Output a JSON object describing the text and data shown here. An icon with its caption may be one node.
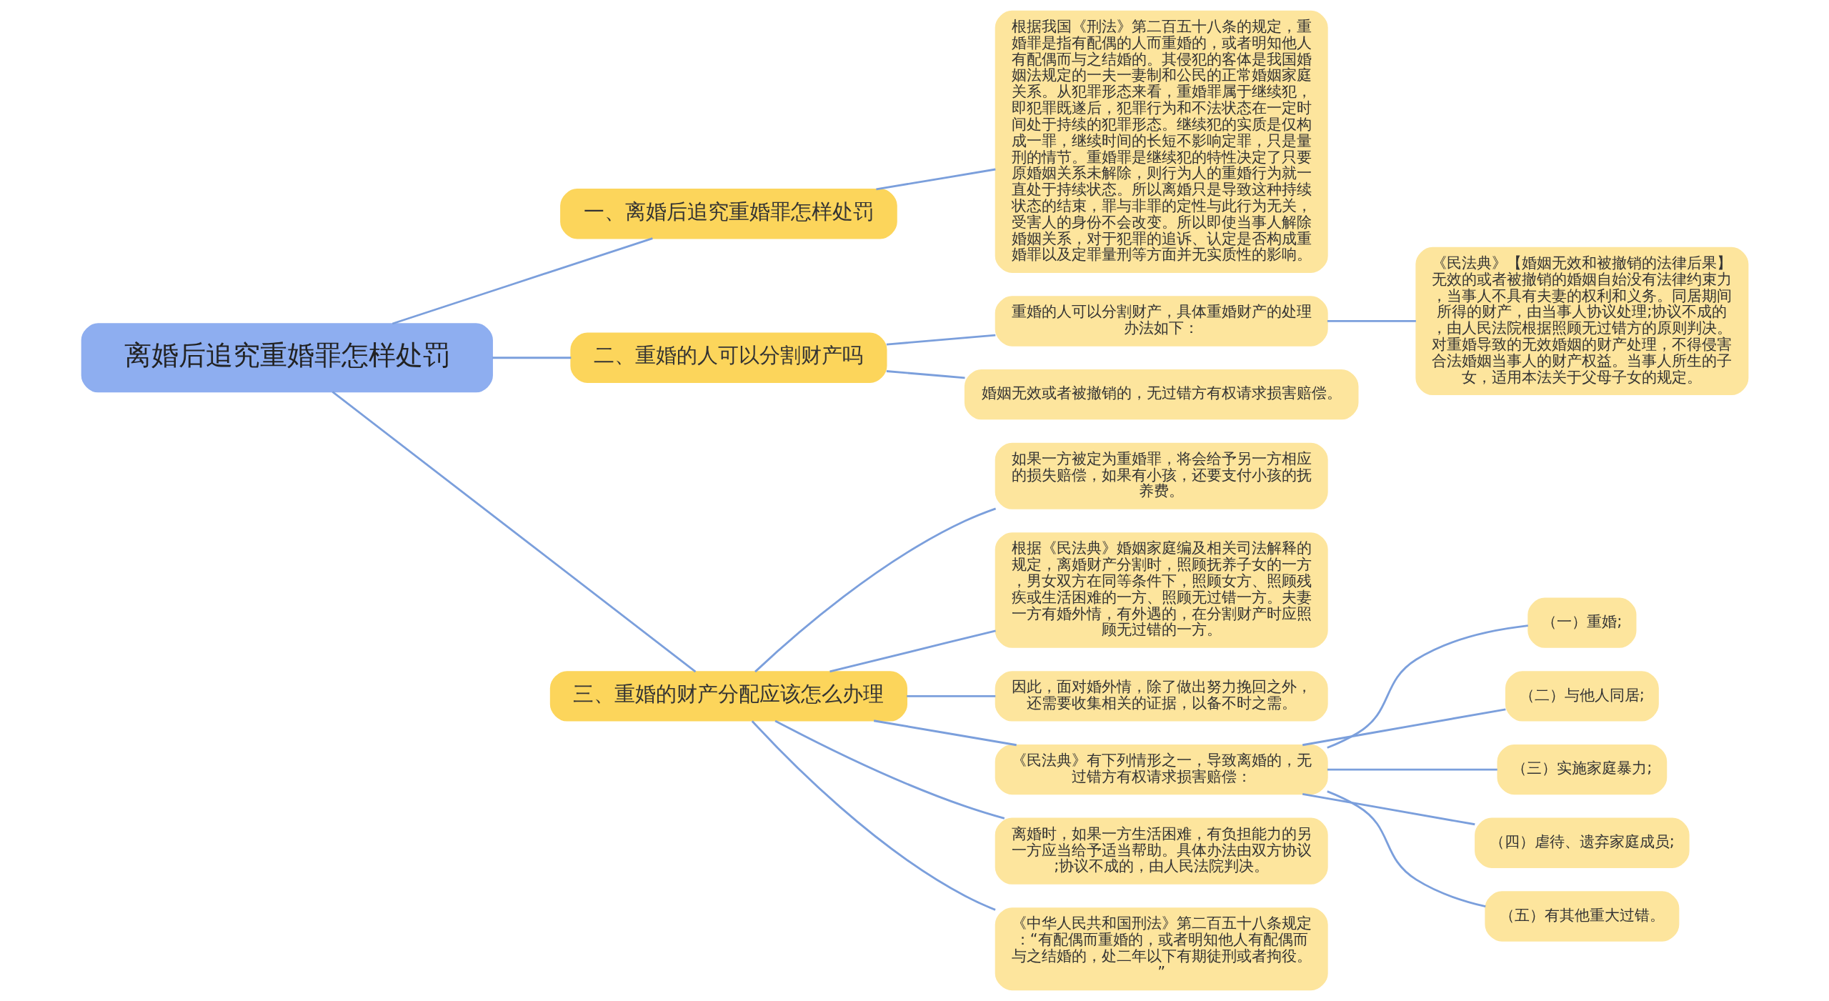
{
  "diagram": {
    "nodes": [
      {
        "text": [
          "离婚后追究重婚罪怎样处罚"
        ]
      },
      {
        "text": [
          "一、离婚后追究重婚罪怎样处罚"
        ]
      },
      {
        "text": [
          "根据我国《刑法》第二百五十八条的规定，重婚罪是指有配偶的人而重婚的，或者明知他人有配偶而与之结婚的。其侵犯的客体是我国婚姻法规定的一夫一妻制和公民的正常婚姻家庭关系。从犯罪形态来看，重婚罪属于继续犯，即犯罪既遂后，犯罪行为和不法状态在一定时间处于持续的犯罪形态。继续犯的实质是仅构成一罪，继续时间的长短不影响定罪，只是量刑的情节。重婚罪是继续犯的特性决定了只要原婚姻关系未解除，则行为人的重婚行为就一直处于持续状态。所以离婚只是导致这种持续状态的结束，罪与非罪的定性与此行为无关，受害人的身份不会改变。所以即使当事人解除婚姻关系，对于犯罪的追诉、认定是否构成重婚罪以及定罪量刑等方面并无实质性的影响。"
        ]
      },
      {
        "text": [
          "二、重婚的人可以分割财产吗"
        ]
      },
      {
        "text": [
          "重婚的人可以分割财产，具体重婚财产的处理办法如下："
        ]
      },
      {
        "text": [
          "《民法典》【婚姻无效和被撤销的法律后果】无效的或者被撤销的婚姻自始没有法律约束力，当事人不具有夫妻的权利和义务。同居期间所得的财产，由当事人协议处理;协议不成的，由人民法院根据照顾无过错方的原则判决。对重婚导致的无效婚姻的财产处理，不得侵害合法婚姻当事人的财产权益。当事人所生的子女，适用本法关于父母子女的规定。"
        ]
      },
      {
        "text": [
          "婚姻无效或者被撤销的，无过错方有权请求损害赔偿。"
        ]
      },
      {
        "text": [
          "三、重婚的财产分配应该怎么办理"
        ]
      },
      {
        "text": [
          "如果一方被定为重婚罪，将会给予另一方相应的损失赔偿，如果有小孩，还要支付小孩的抚养费。"
        ]
      },
      {
        "text": [
          "根据《民法典》婚姻家庭编及相关司法解释的规定，离婚财产分割时，照顾抚养子女的一方，男女双方在同等条件下，照顾女方、照顾残疾或生活困难的一方、照顾无过错一方。夫妻一方有婚外情，有外遇的，在分割财产时应照顾无过错的一方。"
        ]
      },
      {
        "text": [
          "因此，面对婚外情，除了做出努力挽回之外，还需要收集相关的证据，以备不时之需。"
        ]
      },
      {
        "text": [
          "《民法典》有下列情形之一，导致离婚的，无过错方有权请求损害赔偿："
        ]
      },
      {
        "text": [
          "（一）重婚;"
        ]
      },
      {
        "text": [
          "（二）与他人同居;"
        ]
      },
      {
        "text": [
          "（三）实施家庭暴力;"
        ]
      },
      {
        "text": [
          "（四）虐待、遗弃家庭成员;"
        ]
      },
      {
        "text": [
          "（五）有其他重大过错。"
        ]
      },
      {
        "text": [
          "离婚时，如果一方生活困难，有负担能力的另一方应当给予适当帮助。具体办法由双方协议;协议不成的，由人民法院判决。"
        ]
      },
      {
        "text": [
          "《中华人民共和国刑法》第二百五十八条规定：“有配偶而重婚的，或者明知他人有配偶而与之结婚的，处二年以下有期徒刑或者拘役。”"
        ]
      }
    ],
    "edges": [
      {
        "from": 0,
        "to": 1,
        "arrow": "none"
      },
      {
        "from": 1,
        "to": 2,
        "arrow": "none"
      },
      {
        "from": 0,
        "to": 3,
        "arrow": "none"
      },
      {
        "from": 3,
        "to": 4,
        "arrow": "none"
      },
      {
        "from": 4,
        "to": 5,
        "arrow": "none"
      },
      {
        "from": 3,
        "to": 6,
        "arrow": "none"
      },
      {
        "from": 0,
        "to": 7,
        "arrow": "none"
      },
      {
        "from": 7,
        "to": 8,
        "arrow": "none"
      },
      {
        "from": 7,
        "to": 9,
        "arrow": "none"
      },
      {
        "from": 7,
        "to": 10,
        "arrow": "none"
      },
      {
        "from": 7,
        "to": 11,
        "arrow": "none"
      },
      {
        "from": 11,
        "to": 12,
        "arrow": "none"
      },
      {
        "from": 11,
        "to": 13,
        "arrow": "none"
      },
      {
        "from": 11,
        "to": 14,
        "arrow": "none"
      },
      {
        "from": 11,
        "to": 15,
        "arrow": "none"
      },
      {
        "from": 11,
        "to": 16,
        "arrow": "none"
      },
      {
        "from": 7,
        "to": 17,
        "arrow": "none"
      },
      {
        "from": 7,
        "to": 18,
        "arrow": "none"
      }
    ]
  }
}
